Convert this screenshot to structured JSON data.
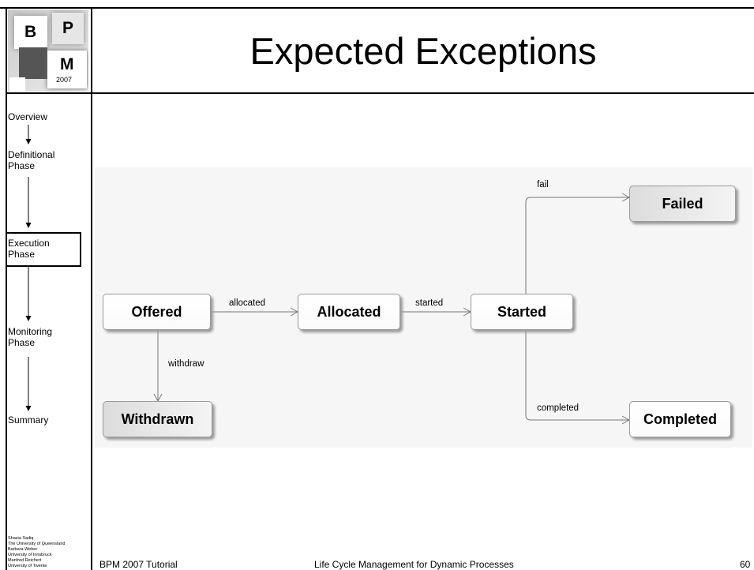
{
  "slide": {
    "title": "Expected Exceptions"
  },
  "logo": {
    "letter_b": "B",
    "letter_p": "P",
    "letter_m": "M",
    "year": "2007"
  },
  "sidebar": {
    "items": [
      {
        "label": "Overview"
      },
      {
        "label": "Definitional Phase"
      },
      {
        "label": "Execution Phase",
        "active": true
      },
      {
        "label": "Monitoring Phase"
      },
      {
        "label": "Summary"
      }
    ],
    "authors": [
      "Shazia Sadiq",
      "The University of Queensland",
      "Barbara Weber",
      "University of Innsbruck",
      "Manfred Reichert",
      "University of Twente"
    ]
  },
  "diagram": {
    "states": {
      "offered": "Offered",
      "allocated": "Allocated",
      "started": "Started",
      "failed": "Failed",
      "withdrawn": "Withdrawn",
      "completed": "Completed"
    },
    "transitions": {
      "allocated": "allocated",
      "started": "started",
      "fail": "fail",
      "withdraw": "withdraw",
      "completed": "completed"
    }
  },
  "footer": {
    "left": "BPM 2007 Tutorial",
    "center": "Life Cycle Management for Dynamic Processes",
    "page": "60"
  }
}
